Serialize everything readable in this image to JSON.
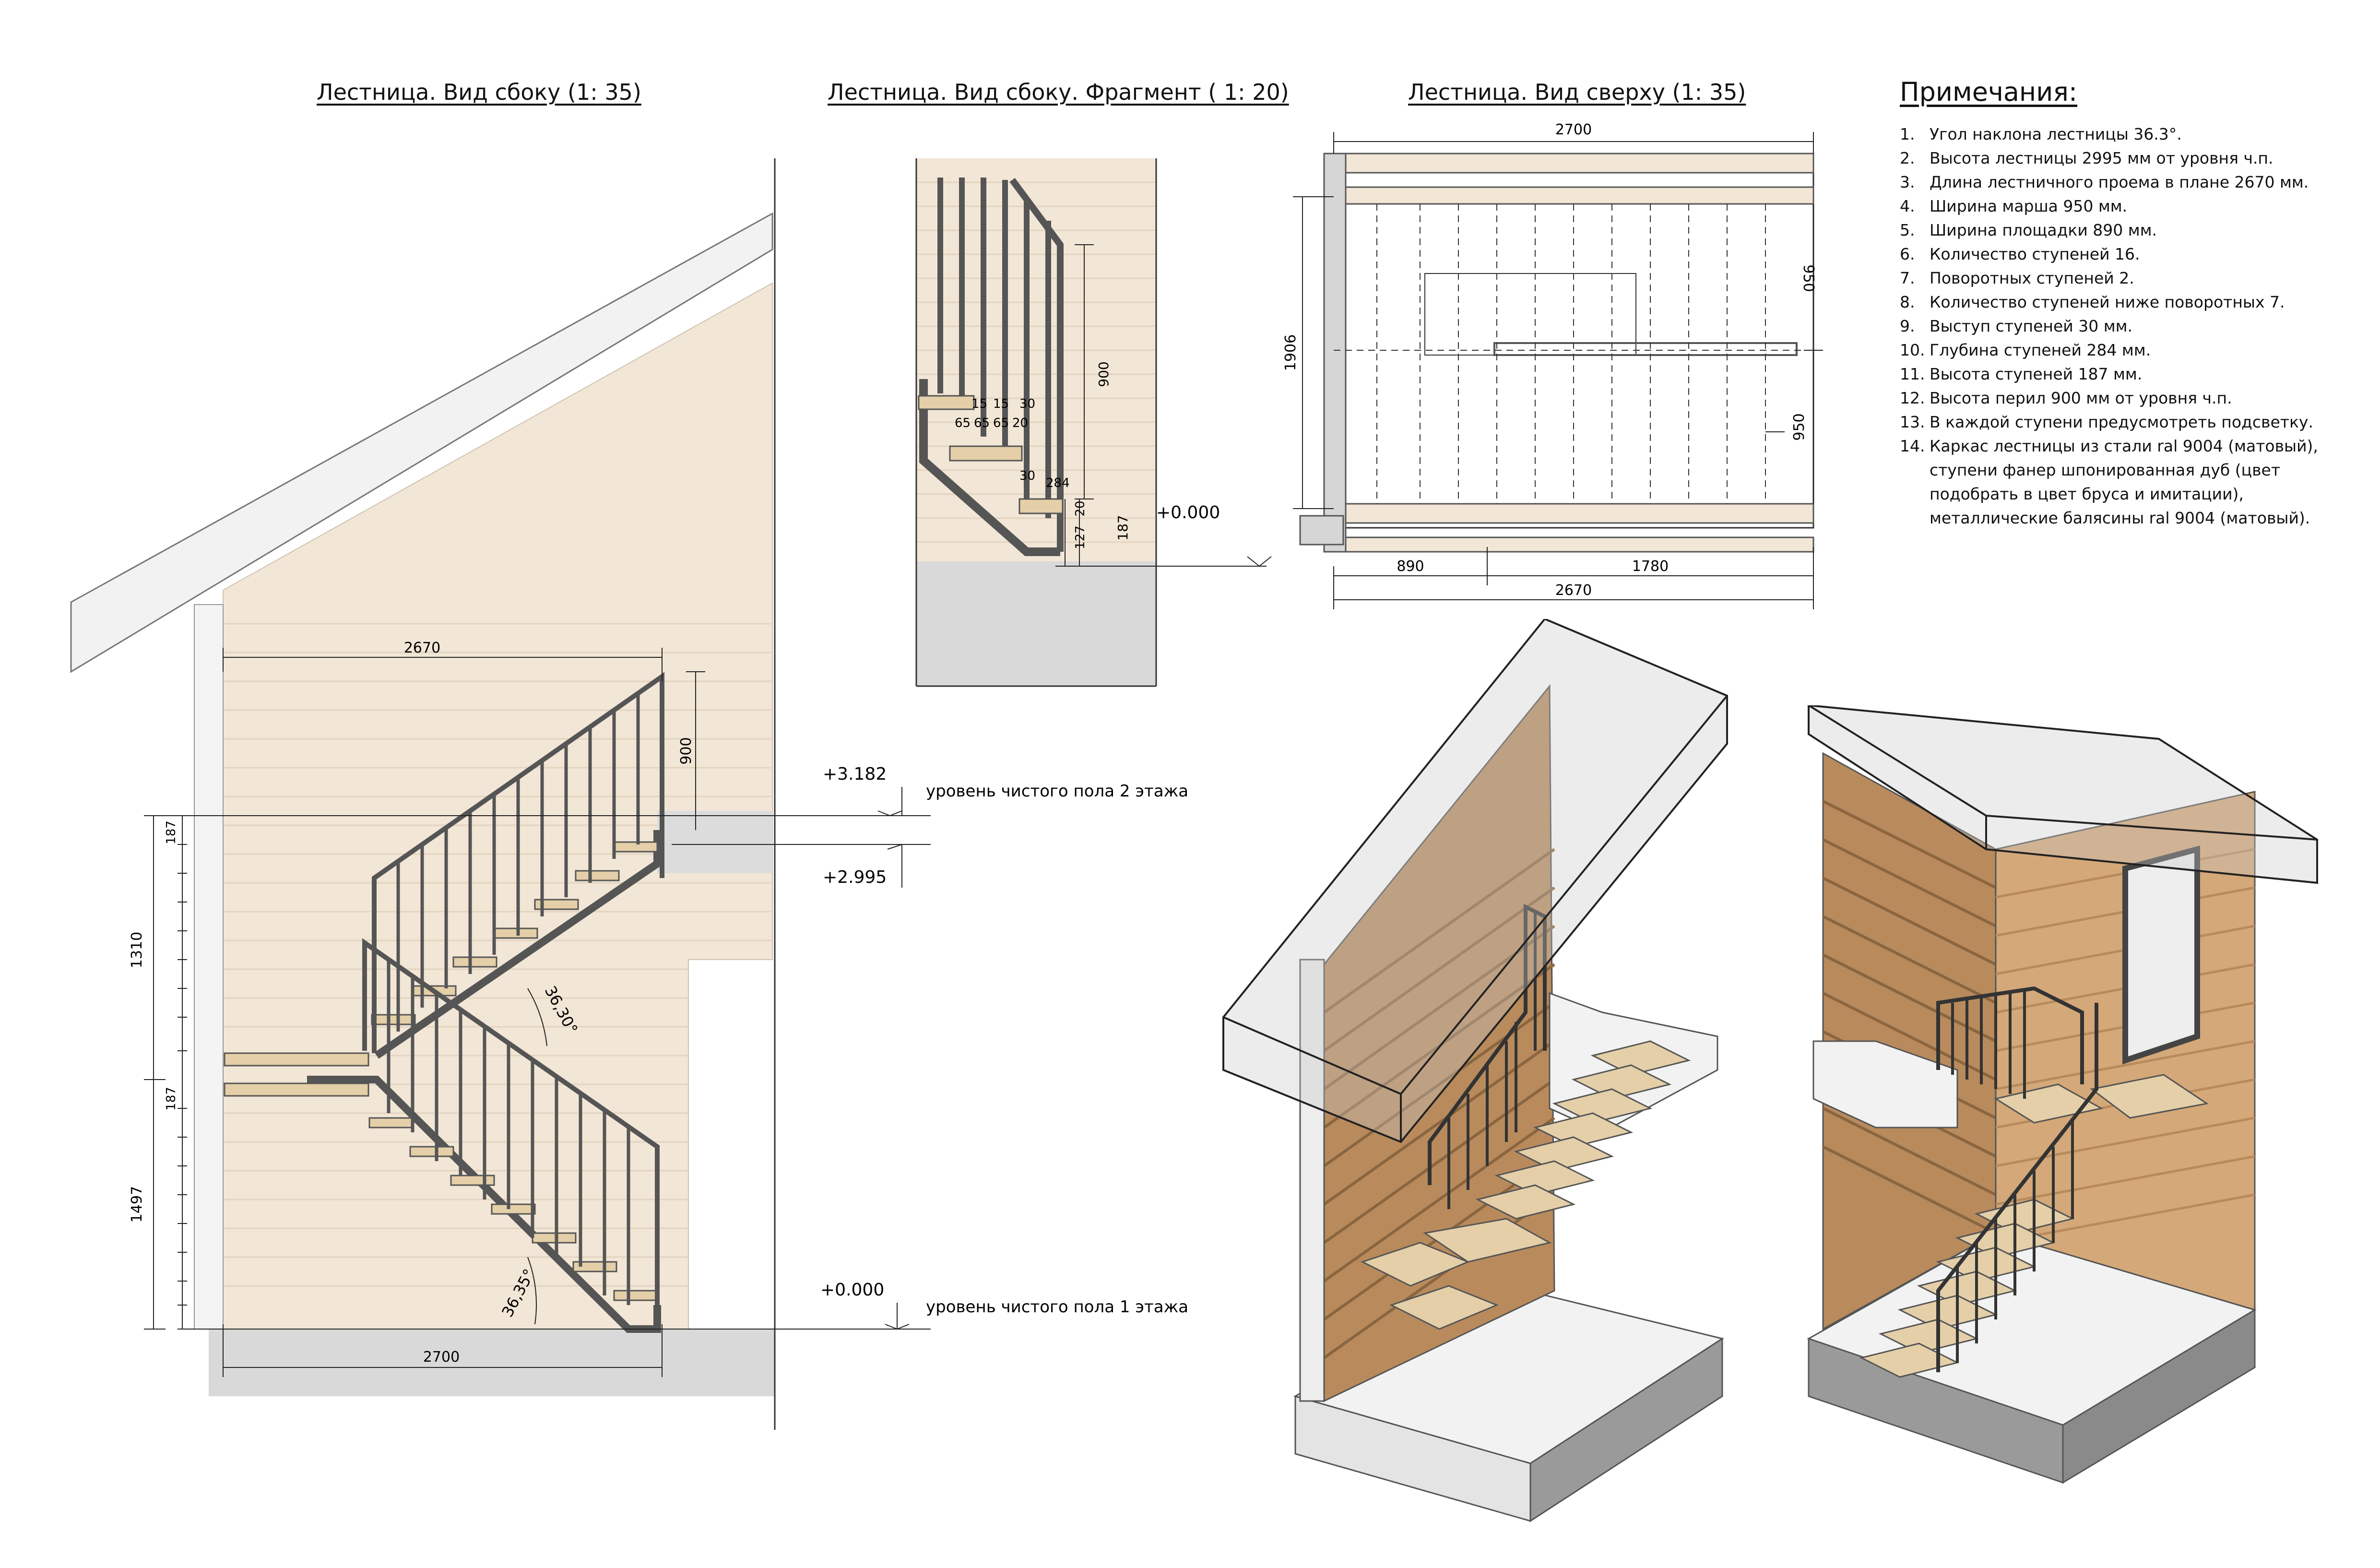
{
  "titles": {
    "side": "Лестница. Вид сбоку (1: 35)",
    "fragment": "Лестница. Вид сбоку. Фрагмент ( 1: 20)",
    "top": "Лестница. Вид сверху (1: 35)",
    "notes": "Примечания:"
  },
  "side_view": {
    "dims": {
      "top_width": "2670",
      "bottom_width": "2700",
      "rail_height": "900",
      "upper_flight": "1310",
      "lower_flight": "1497",
      "riser": "187",
      "angle_upper": "36,30°",
      "angle_lower": "36,35°"
    },
    "levels": {
      "level_2_mark": "+3.182",
      "level_2_text": "уровень чистого пола 2 этажа",
      "level_2995": "+2.995",
      "level_1_mark": "+0.000",
      "level_1_text": "уровень чистого пола 1 этажа"
    }
  },
  "fragment_view": {
    "dims": {
      "d65a": "65",
      "d65b": "65",
      "d65c": "65",
      "d15a": "15",
      "d15b": "15",
      "d30": "30",
      "d20": "20",
      "d30b": "30",
      "d284": "284",
      "d900": "900",
      "d127": "127",
      "d20b": "20",
      "d187": "187",
      "level": "+0.000"
    }
  },
  "top_view": {
    "dims": {
      "top": "2700",
      "left": "1906",
      "right_top": "950",
      "right_bottom": "950",
      "bottom_left": "890",
      "bottom_right": "1780",
      "bottom_total": "2670"
    }
  },
  "notes": [
    {
      "n": "1.",
      "t": "Угол наклона лестницы 36.3°."
    },
    {
      "n": "2.",
      "t": "Высота лестницы 2995 мм от уровня ч.п."
    },
    {
      "n": "3.",
      "t": "Длина лестничного проема в плане 2670 мм."
    },
    {
      "n": "4.",
      "t": "Ширина марша 950 мм."
    },
    {
      "n": "5.",
      "t": "Ширина площадки 890 мм."
    },
    {
      "n": "6.",
      "t": "Количество ступеней 16."
    },
    {
      "n": "7.",
      "t": "Поворотных ступеней 2."
    },
    {
      "n": "8.",
      "t": "Количество ступеней ниже поворотных 7."
    },
    {
      "n": "9.",
      "t": "Выступ ступеней 30 мм."
    },
    {
      "n": "10.",
      "t": "Глубина ступеней 284 мм."
    },
    {
      "n": "11.",
      "t": "Высота ступеней 187 мм."
    },
    {
      "n": "12.",
      "t": "Высота перил 900 мм от уровня ч.п."
    },
    {
      "n": "13.",
      "t": "В каждой ступени предусмотреть подсветку."
    },
    {
      "n": "14.",
      "t": "Каркас лестницы из стали ral 9004 (матовый), ступени фанер шпонированная дуб (цвет подобрать в цвет бруса и имитации), металлические балясины ral 9004 (матовый)."
    }
  ],
  "colors": {
    "wood": "#f2e6d6",
    "wood_dark": "#b88a5c",
    "steel": "#555555",
    "tread": "#e4cfa8",
    "concrete": "#d9d9d9"
  }
}
